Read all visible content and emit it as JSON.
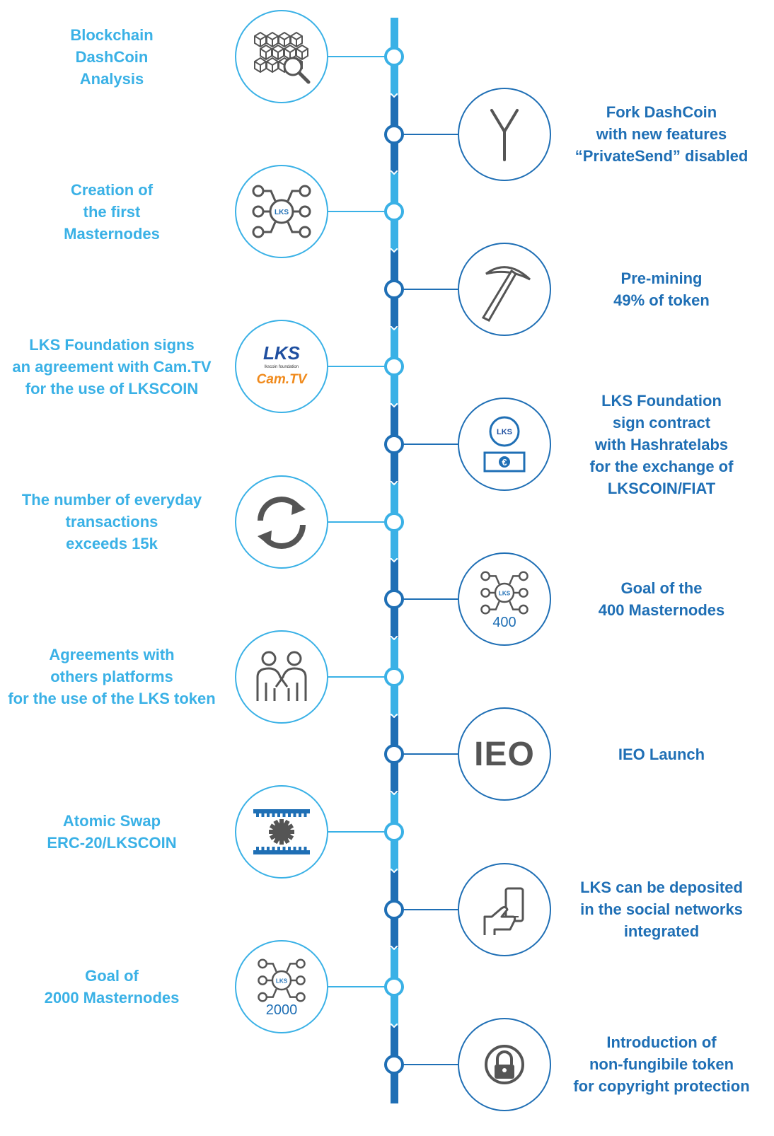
{
  "timeline": {
    "colors": {
      "dark": "#1f6fb5",
      "light": "#3ab1e6",
      "icon_gray": "#555555"
    },
    "milestones": [
      {
        "side": "left",
        "text": "Blockchain\nDashCoin\nAnalysis",
        "icon": "blockchain-magnifier-icon"
      },
      {
        "side": "right",
        "text": "Fork DashCoin\nwith new features\n“PrivateSend” disabled",
        "icon": "fork-icon"
      },
      {
        "side": "left",
        "text": "Creation of\nthe first\nMasternodes",
        "icon": "masternode-network-icon"
      },
      {
        "side": "right",
        "text": "Pre-mining\n49% of token",
        "icon": "pickaxe-icon"
      },
      {
        "side": "left",
        "text": "LKS Foundation signs\nan agreement with Cam.TV\nfor the use of LKSCOIN",
        "icon": "lks-camtv-logo-icon",
        "logo_primary": "LKS",
        "logo_small": "lkscoin foundation",
        "logo_secondary": "Cam.TV"
      },
      {
        "side": "right",
        "text": "LKS Foundation\nsign contract\nwith Hashratelabs\nfor the exchange of\nLKSCOIN/FIAT",
        "icon": "lks-euro-exchange-icon",
        "logo_primary": "LKS",
        "currency": "€"
      },
      {
        "side": "left",
        "text": "The number of everyday\ntransactions\nexceeds 15k",
        "icon": "refresh-cycle-icon"
      },
      {
        "side": "right",
        "text": "Goal of the\n400 Masternodes",
        "icon": "masternode-network-icon",
        "badge": "400"
      },
      {
        "side": "left",
        "text": "Agreements with\nothers platforms\nfor the use of the LKS token",
        "icon": "handshake-people-icon"
      },
      {
        "side": "right",
        "text": "IEO Launch",
        "icon": "ieo-text-icon",
        "badge": "IEO"
      },
      {
        "side": "left",
        "text": "Atomic Swap\nERC-20/LKSCOIN",
        "icon": "atomic-swap-gear-icon"
      },
      {
        "side": "right",
        "text": "LKS can be deposited\nin the social networks\nintegrated",
        "icon": "hand-phone-icon"
      },
      {
        "side": "left",
        "text": "Goal of\n2000 Masternodes",
        "icon": "masternode-network-icon",
        "badge": "2000"
      },
      {
        "side": "right",
        "text": "Introduction of\nnon-fungibile token\nfor copyright protection",
        "icon": "padlock-icon"
      }
    ]
  }
}
